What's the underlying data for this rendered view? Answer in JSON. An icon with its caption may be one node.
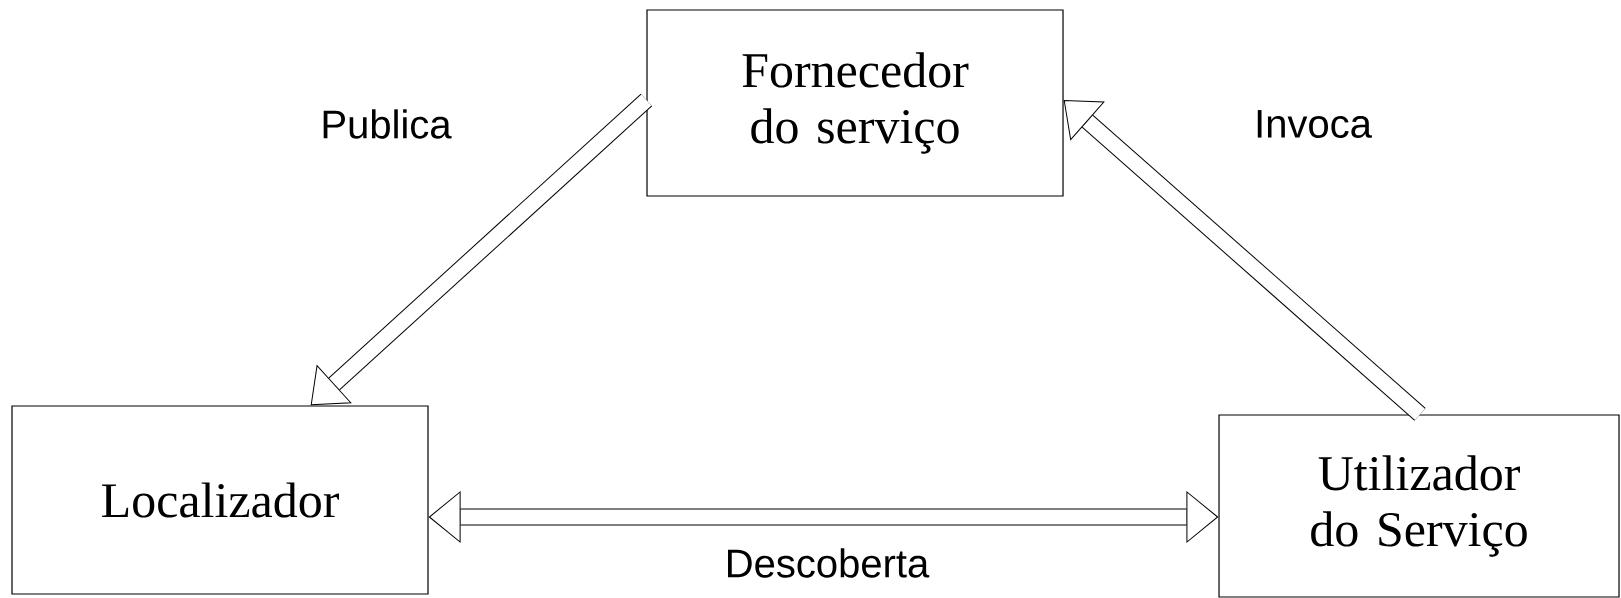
{
  "diagram": {
    "nodes": [
      {
        "text": [
          "Fornecedor do serviço"
        ]
      },
      {
        "text": [
          "Localizador"
        ]
      },
      {
        "text": [
          "Utilizador do Serviço"
        ]
      }
    ],
    "edges": [
      {
        "from": 0,
        "to": 1,
        "arrow": "to",
        "label": "Publica"
      },
      {
        "from": 2,
        "to": 0,
        "arrow": "to",
        "label": "Invoca"
      },
      {
        "from": 1,
        "to": 2,
        "arrow": "both",
        "label": "Descoberta"
      }
    ]
  }
}
